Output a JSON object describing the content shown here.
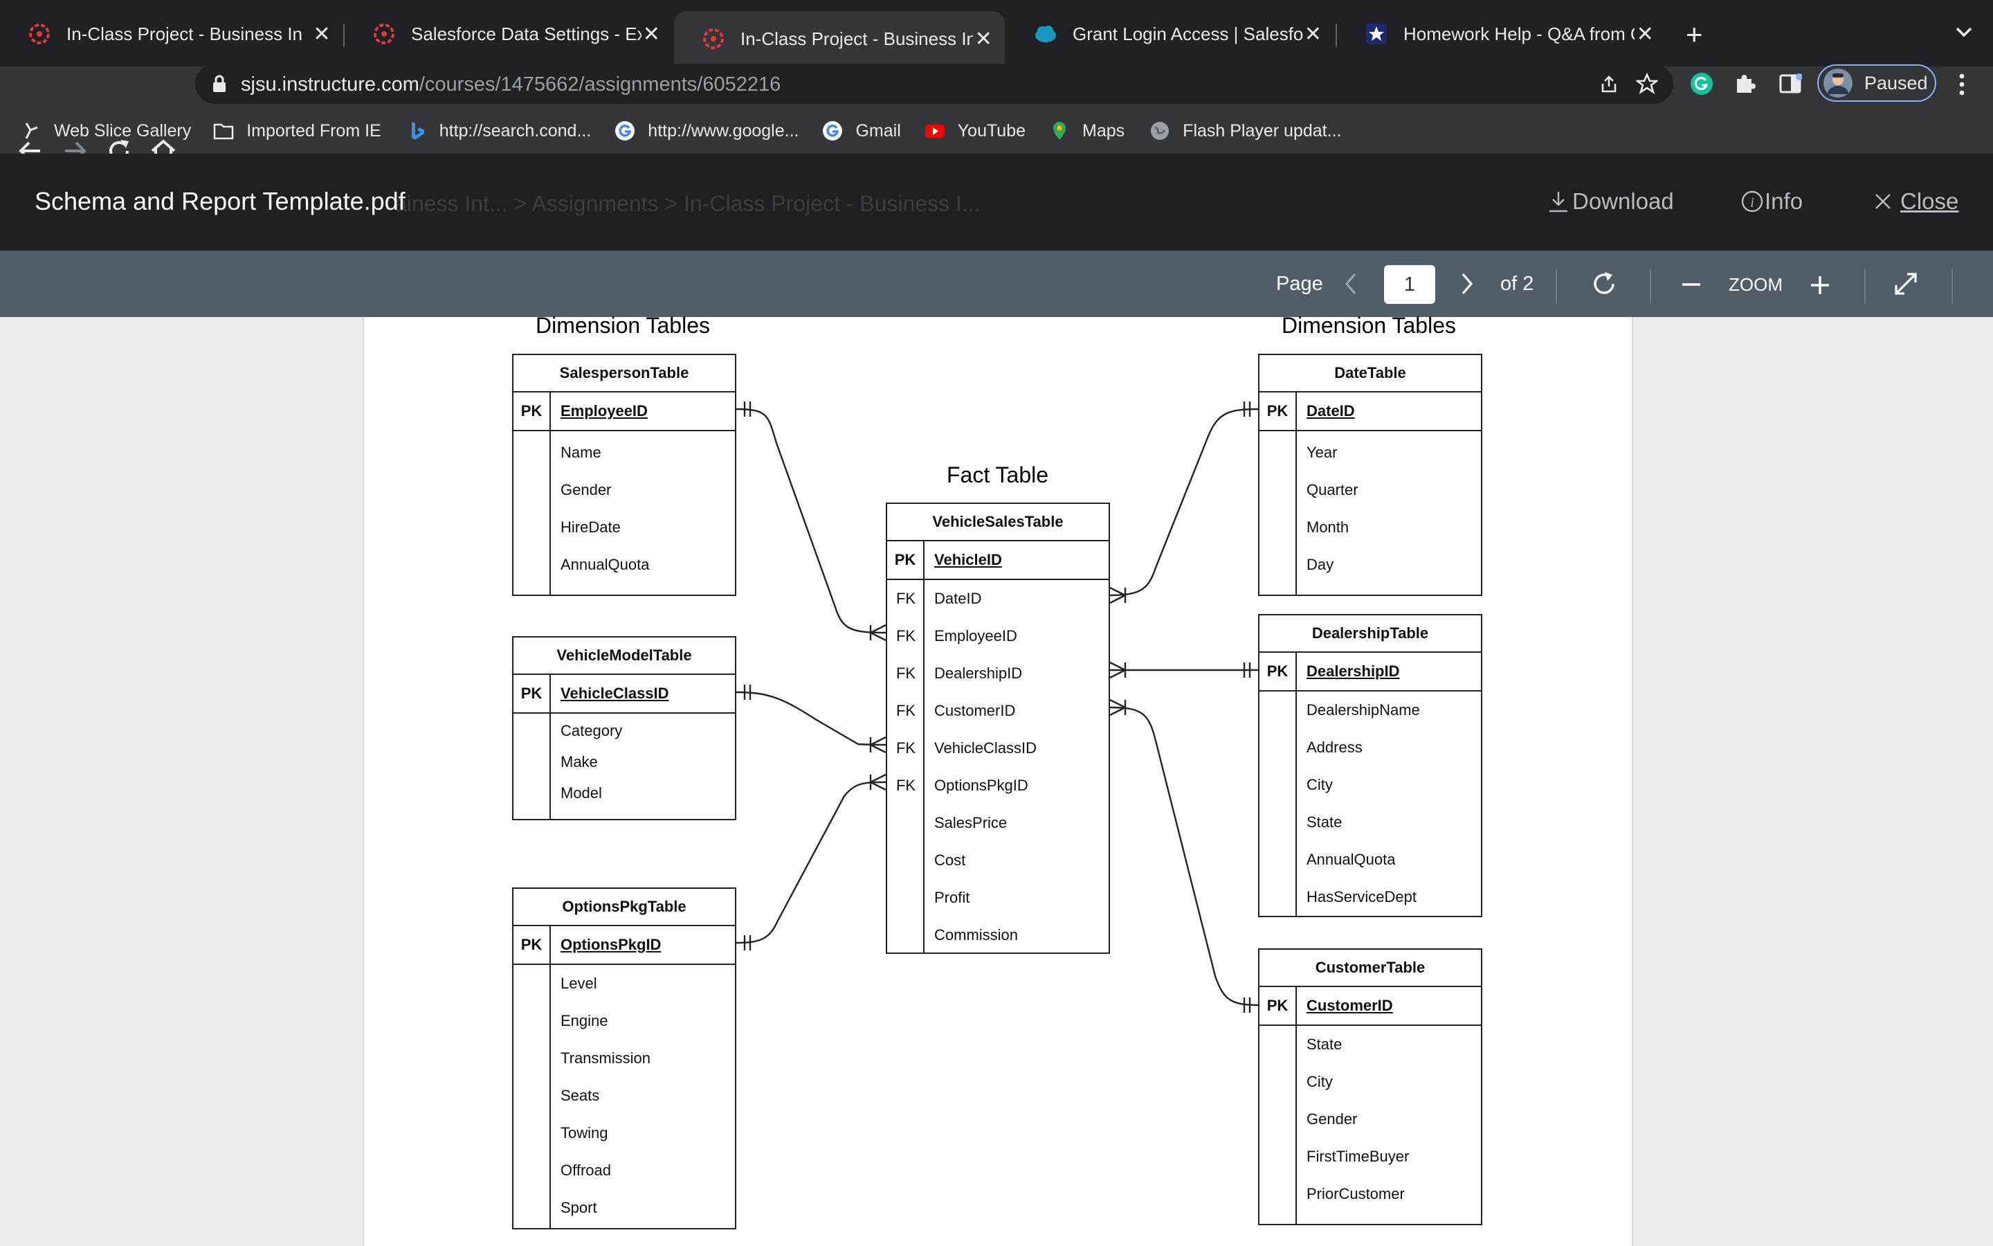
{
  "tabs": [
    {
      "title": "In-Class Project - Business Inte",
      "icon": "canvas-logo-icon",
      "active": false
    },
    {
      "title": "Salesforce Data Settings - Extr",
      "icon": "canvas-logo-icon",
      "active": false
    },
    {
      "title": "In-Class Project - Business Inte",
      "icon": "canvas-logo-icon",
      "active": true
    },
    {
      "title": "Grant Login Access | Salesforce",
      "icon": "salesforce-cloud-icon",
      "active": false
    },
    {
      "title": "Homework Help - Q&A from Or",
      "icon": "star-badge-icon",
      "active": false
    }
  ],
  "address": {
    "domain": "sjsu.instructure.com",
    "path": "/courses/1475662/assignments/6052216"
  },
  "profile": {
    "status": "Paused"
  },
  "bookmarks": [
    {
      "label": "Web Slice Gallery",
      "icon": "web-slice-icon"
    },
    {
      "label": "Imported From IE",
      "icon": "folder-icon"
    },
    {
      "label": "http://search.cond...",
      "icon": "bing-icon"
    },
    {
      "label": "http://www.google...",
      "icon": "google-icon"
    },
    {
      "label": "Gmail",
      "icon": "google-icon"
    },
    {
      "label": "YouTube",
      "icon": "youtube-icon"
    },
    {
      "label": "Maps",
      "icon": "maps-pin-icon"
    },
    {
      "label": "Flash Player updat...",
      "icon": "globe-icon"
    }
  ],
  "viewer": {
    "doc_title": "Schema and Report Template.pdf",
    "ghost_crumbs": "ainess Int... > Assignments > In-Class Project - Business I...",
    "download": "Download",
    "info": "Info",
    "close": "Close",
    "page_label": "Page",
    "page_current": "1",
    "page_total": "of 2",
    "zoom_label": "ZOOM"
  },
  "diagram": {
    "left_title": "Dimension Tables",
    "right_title": "Dimension Tables",
    "fact_title": "Fact Table",
    "salesperson": {
      "name": "SalespersonTable",
      "pk": "EmployeeID",
      "fields": [
        "Name",
        "Gender",
        "HireDate",
        "AnnualQuota"
      ]
    },
    "vehiclemodel": {
      "name": "VehicleModelTable",
      "pk": "VehicleClassID",
      "fields": [
        "Category",
        "Make",
        "Model"
      ]
    },
    "optionspkg": {
      "name": "OptionsPkgTable",
      "pk": "OptionsPkgID",
      "fields": [
        "Level",
        "Engine",
        "Transmission",
        "Seats",
        "Towing",
        "Offroad",
        "Sport"
      ]
    },
    "fact": {
      "name": "VehicleSalesTable",
      "pk": "VehicleID",
      "fks": [
        "DateID",
        "EmployeeID",
        "DealershipID",
        "CustomerID",
        "VehicleClassID",
        "OptionsPkgID"
      ],
      "fields": [
        "SalesPrice",
        "Cost",
        "Profit",
        "Commission"
      ]
    },
    "date": {
      "name": "DateTable",
      "pk": "DateID",
      "fields": [
        "Year",
        "Quarter",
        "Month",
        "Day"
      ]
    },
    "dealership": {
      "name": "DealershipTable",
      "pk": "DealershipID",
      "fields": [
        "DealershipName",
        "Address",
        "City",
        "State",
        "AnnualQuota",
        "HasServiceDept"
      ]
    },
    "customer": {
      "name": "CustomerTable",
      "pk": "CustomerID",
      "fields": [
        "State",
        "City",
        "Gender",
        "FirstTimeBuyer",
        "PriorCustomer"
      ]
    },
    "pk_label": "PK",
    "fk_label": "FK"
  }
}
